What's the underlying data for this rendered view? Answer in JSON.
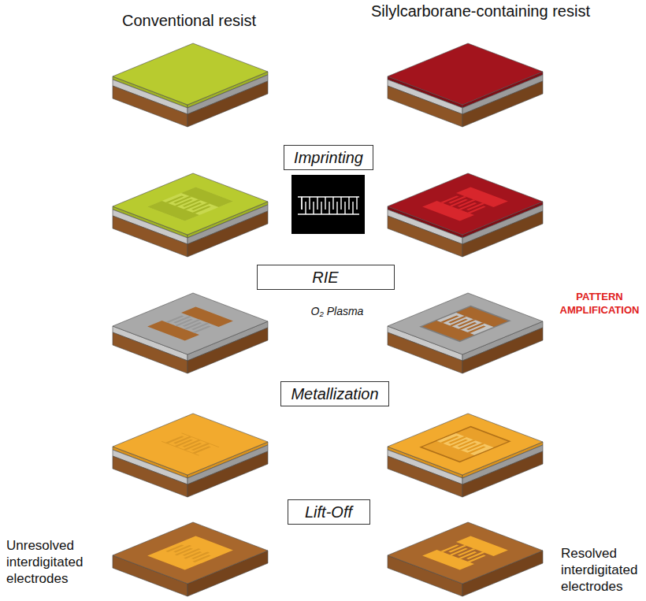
{
  "diagram": {
    "nodes": [
      {
        "text": [
          "Imprinting"
        ]
      },
      {
        "text": [
          "RIE"
        ]
      },
      {
        "text": [
          "Metallization"
        ]
      },
      {
        "text": [
          "Lift-Off"
        ]
      }
    ],
    "labels": [
      "Conventional resist",
      "Silylcarborane-containing resist",
      "O₂ Plasma",
      "PATTERN AMPLIFICATION",
      "Unresolved interdigitated electrodes",
      "Resolved interdigitated electrodes"
    ]
  }
}
